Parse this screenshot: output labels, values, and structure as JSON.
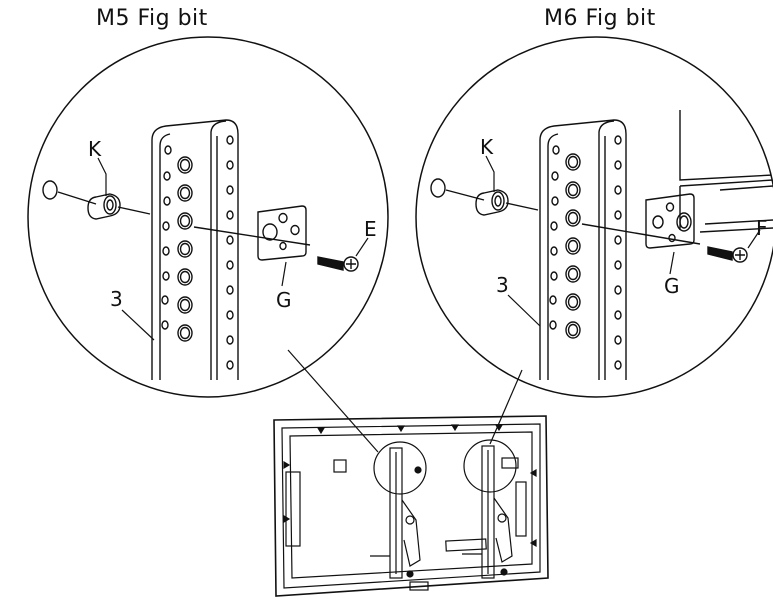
{
  "titles": {
    "left": "M5  Fig bit",
    "right": "M6 Fig bit"
  },
  "labels": {
    "left": {
      "spacer": "K",
      "upright": "3",
      "plate": "G",
      "screw": "E"
    },
    "right": {
      "spacer": "K",
      "upright": "3",
      "plate": "G",
      "screw": "F"
    }
  }
}
